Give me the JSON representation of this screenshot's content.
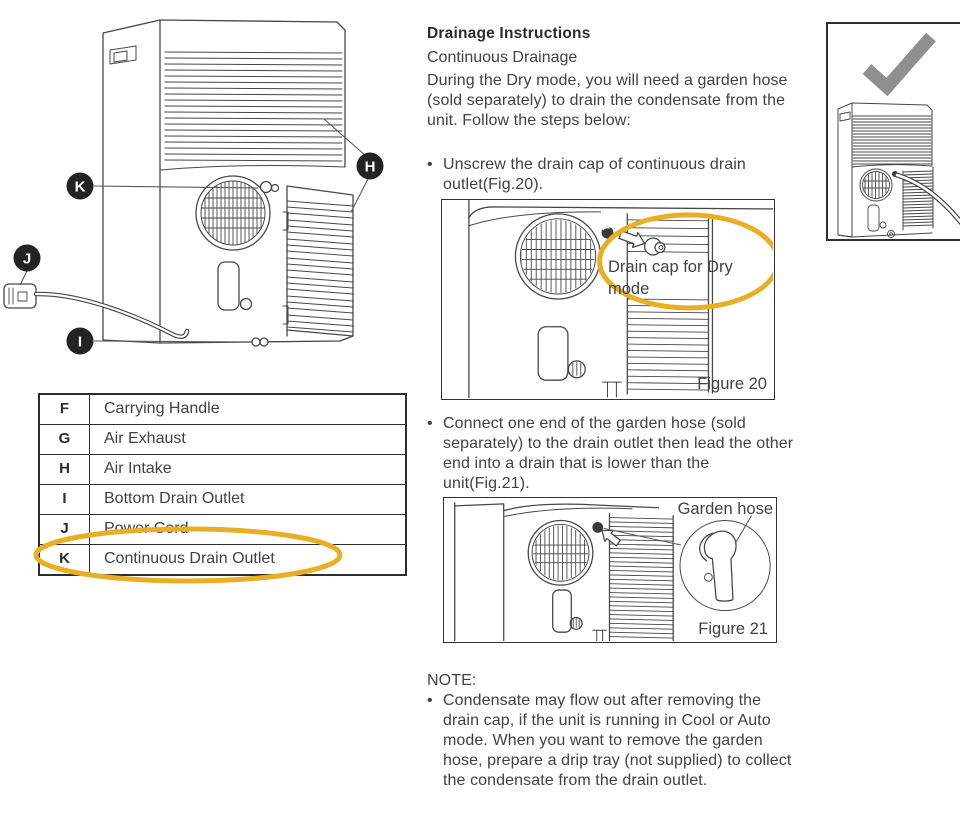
{
  "colors": {
    "highlight": "#E8AF25",
    "ink": "#474747",
    "label_bg": "#232323",
    "label_k_letter": "#E8A41C",
    "checkmark": "#8F8F8F"
  },
  "diagram": {
    "labels": {
      "k": "K",
      "h": "H",
      "j": "J",
      "i": "I"
    }
  },
  "parts_table": {
    "rows": [
      {
        "key": "F",
        "label": "Carrying Handle"
      },
      {
        "key": "G",
        "label": "Air Exhaust"
      },
      {
        "key": "H",
        "label": "Air Intake"
      },
      {
        "key": "I",
        "label": "Bottom Drain Outlet"
      },
      {
        "key": "J",
        "label": "Power Cord"
      },
      {
        "key": "K",
        "label": "Continuous Drain Outlet"
      }
    ]
  },
  "instructions": {
    "title": "Drainage Instructions",
    "subtitle": "Continuous Drainage",
    "intro": "During the Dry mode, you will need a garden hose (sold separately) to drain the condensate from the unit. Follow the steps below:",
    "bullet": "•",
    "steps": [
      "Unscrew the drain cap of continuous drain outlet(Fig.20).",
      "Connect one end of the garden hose (sold separately) to the drain outlet then lead the other end into a drain that is lower than the unit(Fig.21)."
    ],
    "note_title": "NOTE:",
    "note": "Condensate may flow out after removing the drain cap, if the unit is running in Cool or Auto mode. When you want to remove the garden hose, prepare a drip tray (not supplied) to collect the condensate from the drain outlet."
  },
  "figure20": {
    "annotation": "Drain cap for Dry mode",
    "caption": "Figure 20"
  },
  "figure21": {
    "annotation": "Garden hose",
    "caption": "Figure 21"
  }
}
